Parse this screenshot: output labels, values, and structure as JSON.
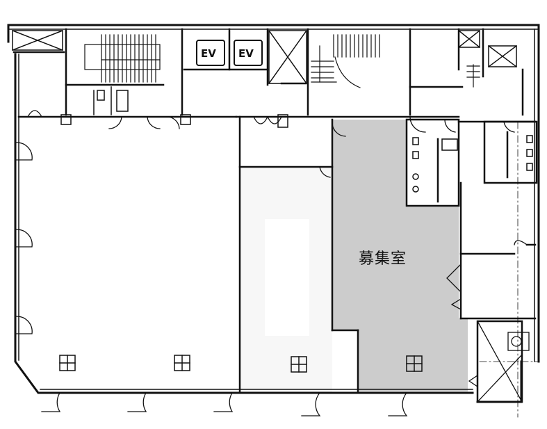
{
  "floor_plan": {
    "vacant_label": "募集室",
    "elevators": [
      {
        "label": "EV"
      },
      {
        "label": "EV"
      }
    ],
    "colors": {
      "vacant_fill": "#cccccc",
      "neighbor_fill": "#f7f7f7",
      "wall": "#111111",
      "background": "#ffffff"
    },
    "rooms": [
      {
        "name": "west-tenant-space",
        "vacant": false
      },
      {
        "name": "middle-tenant-space",
        "vacant": false
      },
      {
        "name": "vacant-unit",
        "vacant": true
      },
      {
        "name": "restrooms",
        "vacant": false
      },
      {
        "name": "east-small-rooms",
        "vacant": false
      },
      {
        "name": "stairwells",
        "vacant": false
      },
      {
        "name": "elevator-hall",
        "vacant": false
      }
    ]
  }
}
